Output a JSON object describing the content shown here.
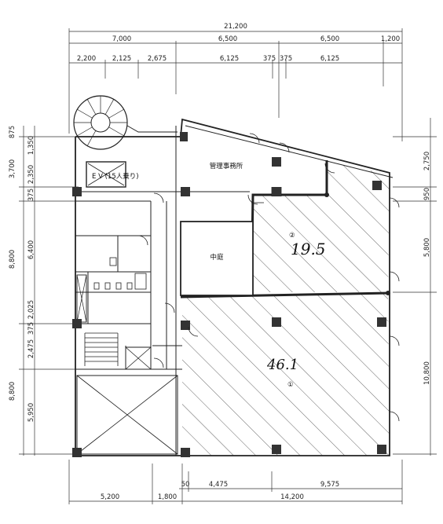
{
  "dimensions": {
    "top_total": "21,200",
    "top_row1": [
      "7,000",
      "6,500",
      "6,500",
      "1,200"
    ],
    "top_row2": [
      "2,200",
      "2,125",
      "2,675",
      "6,125",
      "375",
      "375",
      "6,125"
    ],
    "left": [
      "875",
      "1,350",
      "3,700",
      "2,350",
      "375",
      "6,400",
      "8,800",
      "2,025",
      "375",
      "2,475",
      "8,800",
      "5,950"
    ],
    "right": [
      "2,750",
      "950",
      "5,800",
      "10,800"
    ],
    "bottom_row1": [
      "50",
      "4,475",
      "9,575"
    ],
    "bottom_row2": [
      "5,200",
      "1,800",
      "14,200"
    ]
  },
  "labels": {
    "elevator": "E V (15人乗り)",
    "office": "管理事務所",
    "courtyard": "中庭",
    "area1_value": "46.1",
    "area1_number": "①",
    "area2_value": "19.5",
    "area2_number": "②"
  },
  "colors": {
    "ink": "#222222",
    "hatch": "#555555"
  }
}
